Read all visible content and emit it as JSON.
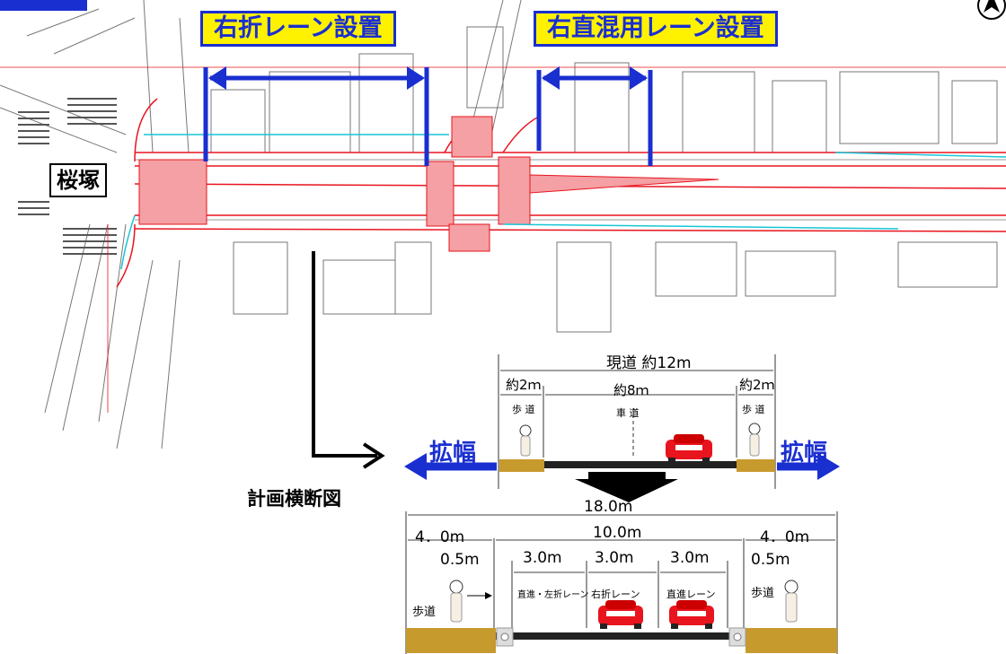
{
  "labels": {
    "right_turn_lane": "右折レーン設置",
    "right_straight_lane": "右直混用レーン設置",
    "place_name": "桜塚",
    "plan_cross_section": "計画横断図"
  },
  "current_section": {
    "total": "現道 約12m",
    "sidewalk_left": "約2ｍ",
    "carriageway": "約8ｍ",
    "sidewalk_right": "約2ｍ",
    "sidewalk_left_label": "歩 道",
    "carriageway_label": "車 道",
    "sidewalk_right_label": "歩 道",
    "widen_left": "拡幅",
    "widen_right": "拡幅"
  },
  "planned_section": {
    "total": "18.0m",
    "side_left": "4．0m",
    "roadway": "10.0m",
    "side_right": "4．0m",
    "buffer_left": "0.5m",
    "buffer_right": "0.5m",
    "lane1_width": "3.0m",
    "lane2_width": "3.0m",
    "lane3_width": "3.0m",
    "lane1_label": "直進・左折レーン",
    "lane2_label": "右折レーン",
    "lane3_label": "直進レーン",
    "sidewalk_left_label": "歩道",
    "sidewalk_right_label": "歩道"
  },
  "colors": {
    "accent_blue": "#1a2fd0",
    "label_yellow": "#fff200",
    "plan_red": "#e8141e",
    "car_red": "#e8141e",
    "soil": "#c79a2e"
  },
  "icons": [
    "north-arrow-icon",
    "pedestrian-icon",
    "car-icon"
  ]
}
